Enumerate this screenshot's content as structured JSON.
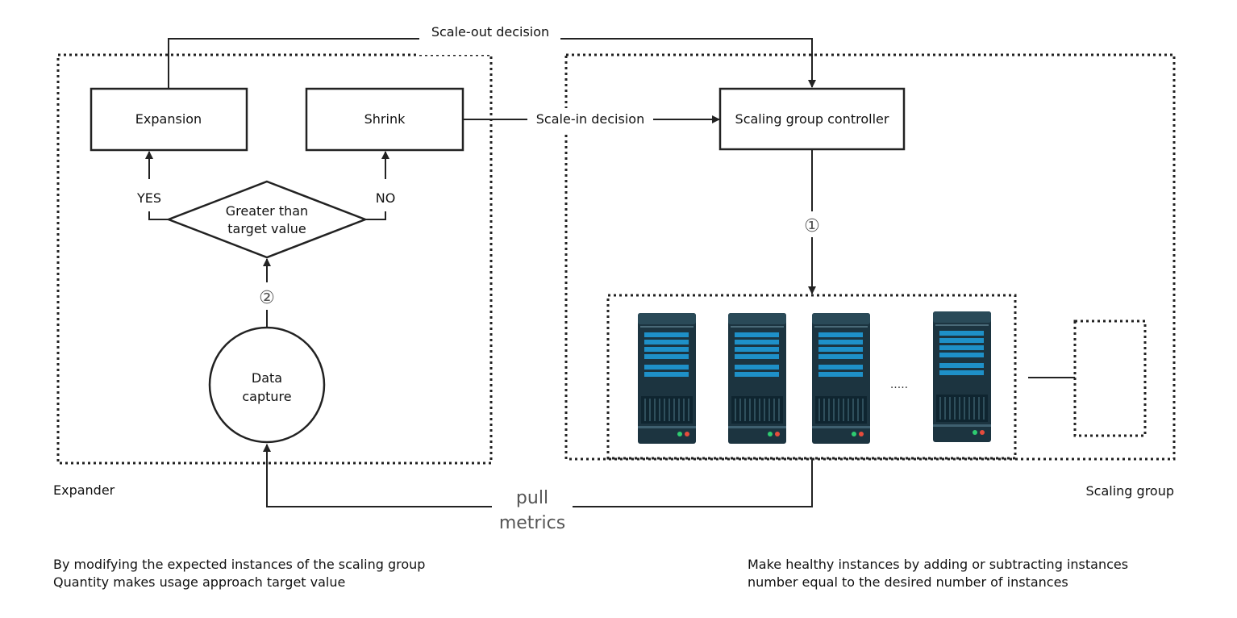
{
  "colors": {
    "line": "#222222",
    "server_body": "#1c3440",
    "server_top": "#2a4a58",
    "server_bar": "#1e90c8",
    "led_green": "#2ecc71",
    "led_red": "#e74c3c"
  },
  "labels": {
    "scale_out": "Scale-out decision",
    "scale_in": "Scale-in decision",
    "expansion": "Expansion",
    "shrink": "Shrink",
    "controller": "Scaling group controller",
    "yes": "YES",
    "no": "NO",
    "decision_line1": "Greater than",
    "decision_line2": "target value",
    "step2": "②",
    "step1": "①",
    "data_line1": "Data",
    "data_line2": "capture",
    "ellipsis": ".....",
    "pull": "pull",
    "metrics": "metrics",
    "expander": "Expander",
    "scaling_group": "Scaling group"
  },
  "icons": {
    "server": "server-icon"
  },
  "captions": {
    "left_line1": "By modifying the expected instances of the scaling group",
    "left_line2": "Quantity makes usage approach target value",
    "right_line1": "Make healthy instances by adding or subtracting instances",
    "right_line2": "number equal to the desired number of instances"
  }
}
